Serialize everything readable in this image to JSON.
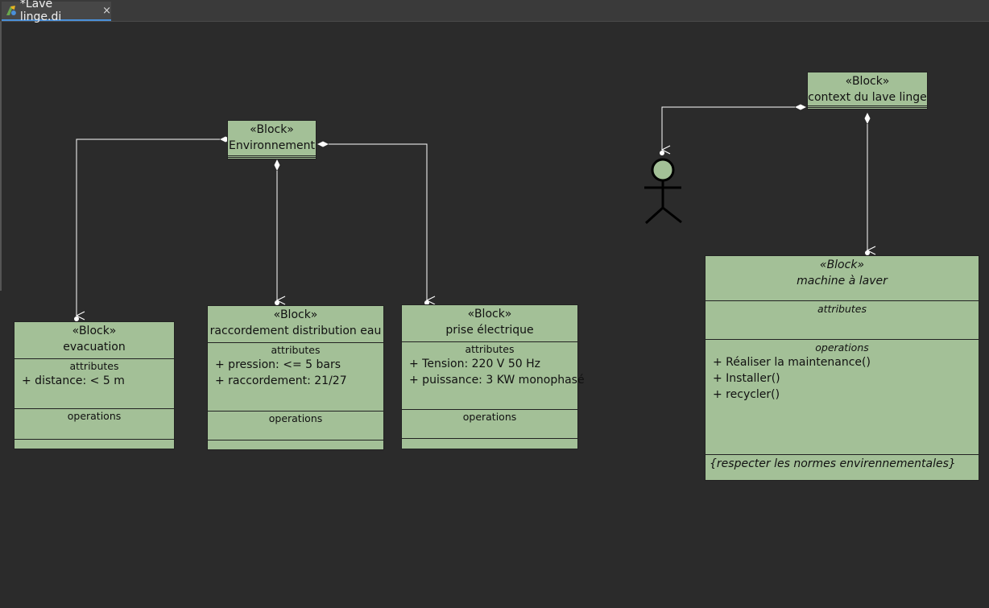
{
  "tab": {
    "title": "*Lave linge.di",
    "close": "×"
  },
  "diagram": {
    "context": {
      "stereotype": "«Block»",
      "name": "context du lave linge"
    },
    "environnement": {
      "stereotype": "«Block»",
      "name": "Environnement"
    },
    "evacuation": {
      "stereotype": "«Block»",
      "name": "evacuation",
      "attributes_label": "attributes",
      "attributes": [
        "+ distance: < 5 m"
      ],
      "operations_label": "operations"
    },
    "raccordement": {
      "stereotype": "«Block»",
      "name": "raccordement distribution eau",
      "attributes_label": "attributes",
      "attributes": [
        "+ pression: <= 5 bars",
        "+ raccordement: 21/27"
      ],
      "operations_label": "operations"
    },
    "prise": {
      "stereotype": "«Block»",
      "name": "prise électrique",
      "attributes_label": "attributes",
      "attributes": [
        "+ Tension: 220 V 50 Hz",
        "+ puissance: 3 KW monophasé"
      ],
      "operations_label": "operations"
    },
    "machine": {
      "stereotype": "«Block»",
      "name": "machine à laver",
      "attributes_label": "attributes",
      "operations_label": "operations",
      "operations": [
        "+ Réaliser la maintenance()",
        "+ Installer()",
        "+ recycler()"
      ],
      "constraint": "{respecter les normes envirennementales}"
    },
    "colors": {
      "block_fill": "#a3c097",
      "canvas": "#2b2b2b",
      "line": "#ffffff",
      "actor_head": "#a3c097"
    }
  }
}
